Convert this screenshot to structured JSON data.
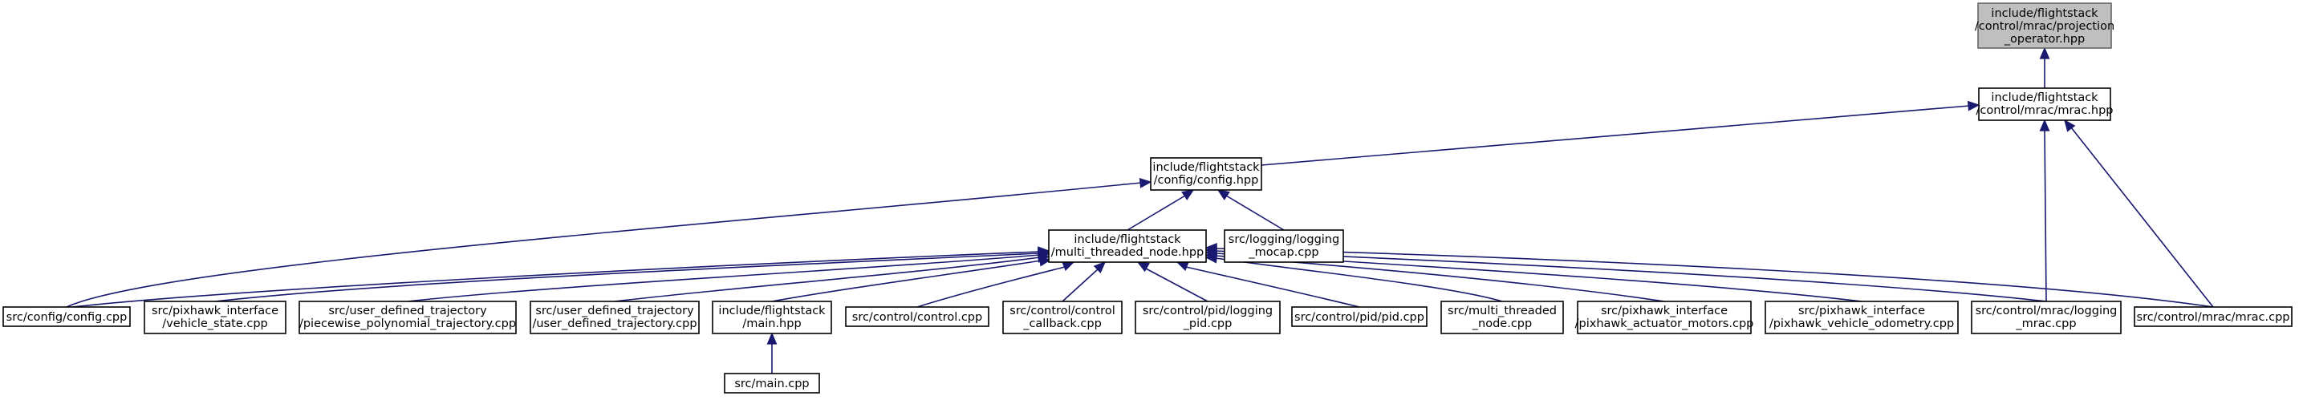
{
  "colors": {
    "edge": "#191970",
    "focus_fill": "#bfbfbf",
    "node_fill": "#ffffff",
    "background": "#ffffff"
  },
  "nodes": {
    "projection_operator": {
      "lines": [
        "include/flightstack",
        "/control/mrac/projection",
        "_operator.hpp"
      ],
      "focus": true
    },
    "mrac_hpp": {
      "lines": [
        "include/flightstack",
        "/control/mrac/mrac.hpp"
      ]
    },
    "config_hpp": {
      "lines": [
        "include/flightstack",
        "/config/config.hpp"
      ]
    },
    "mtn_hpp": {
      "lines": [
        "include/flightstack",
        "/multi_threaded_node.hpp"
      ]
    },
    "logging_mocap": {
      "lines": [
        "src/logging/logging",
        "_mocap.cpp"
      ]
    },
    "config_cpp": {
      "lines": [
        "src/config/config.cpp"
      ]
    },
    "vehicle_state": {
      "lines": [
        "src/pixhawk_interface",
        "/vehicle_state.cpp"
      ]
    },
    "piecewise": {
      "lines": [
        "src/user_defined_trajectory",
        "/piecewise_polynomial_trajectory.cpp"
      ]
    },
    "udt": {
      "lines": [
        "src/user_defined_trajectory",
        "/user_defined_trajectory.cpp"
      ]
    },
    "main_hpp": {
      "lines": [
        "include/flightstack",
        "/main.hpp"
      ]
    },
    "control_cpp": {
      "lines": [
        "src/control/control.cpp"
      ]
    },
    "control_callback": {
      "lines": [
        "src/control/control",
        "_callback.cpp"
      ]
    },
    "logging_pid": {
      "lines": [
        "src/control/pid/logging",
        "_pid.cpp"
      ]
    },
    "pid_cpp": {
      "lines": [
        "src/control/pid/pid.cpp"
      ]
    },
    "mtn_cpp": {
      "lines": [
        "src/multi_threaded",
        "_node.cpp"
      ]
    },
    "actuator_motors": {
      "lines": [
        "src/pixhawk_interface",
        "/pixhawk_actuator_motors.cpp"
      ]
    },
    "odometry": {
      "lines": [
        "src/pixhawk_interface",
        "/pixhawk_vehicle_odometry.cpp"
      ]
    },
    "logging_mrac": {
      "lines": [
        "src/control/mrac/logging",
        "_mrac.cpp"
      ]
    },
    "mrac_cpp": {
      "lines": [
        "src/control/mrac/mrac.cpp"
      ]
    },
    "main_cpp": {
      "lines": [
        "src/main.cpp"
      ]
    }
  }
}
